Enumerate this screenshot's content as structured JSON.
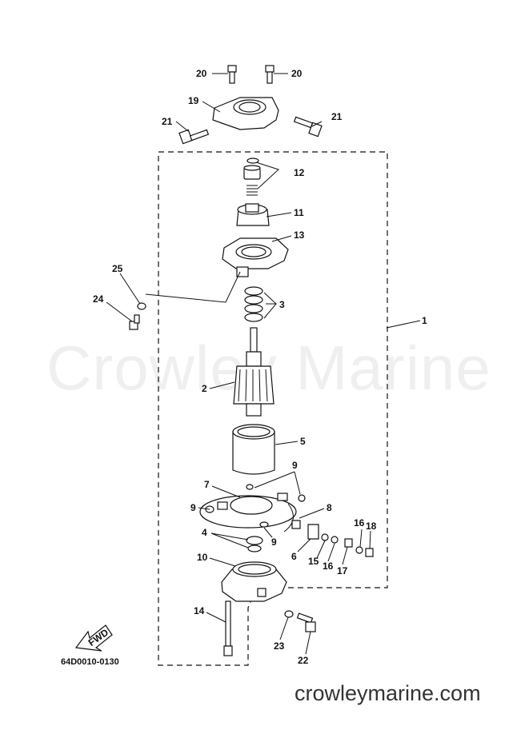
{
  "watermark": "Crowley Marine",
  "website": "crowleymarine.com",
  "diagram_code": "64D0010-0130",
  "fwd_label": "FWD",
  "callouts": {
    "c1": "1",
    "c2": "2",
    "c3": "3",
    "c4": "4",
    "c5": "5",
    "c6": "6",
    "c7": "7",
    "c8": "8",
    "c9a": "9",
    "c9b": "9",
    "c9c": "9",
    "c10": "10",
    "c11": "11",
    "c12": "12",
    "c13": "13",
    "c14": "14",
    "c15": "15",
    "c16a": "16",
    "c16b": "16",
    "c17": "17",
    "c18": "18",
    "c19": "19",
    "c20a": "20",
    "c20b": "20",
    "c21a": "21",
    "c21b": "21",
    "c22": "22",
    "c23": "23",
    "c24": "24",
    "c25": "25"
  },
  "colors": {
    "ink": "#111111",
    "watermark": "#efefef",
    "site": "#333333"
  }
}
